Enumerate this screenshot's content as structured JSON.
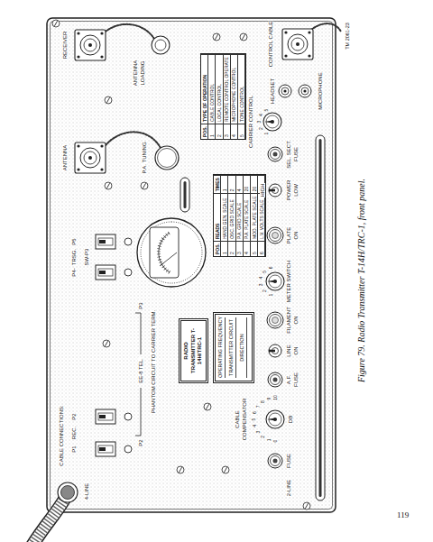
{
  "diagram": {
    "caption": "Figure 79. Radio Transmitter T-14H/TRC-1, front panel.",
    "nodes": [
      {
        "text": [
          "RADIO TRANSMITTER T-14H/TRC-1"
        ]
      },
      {
        "text": [
          "OPERATING FREQUENCY",
          "TRANSMITTER CIRCUIT",
          "DIRECTION"
        ]
      },
      {
        "text": [
          "POS.",
          "TYPE OF OPERATION",
          "1",
          "CABLE CONTROL",
          "2",
          "LOCAL CONTROL",
          "3",
          "REMOTE CONTROL OPERATE",
          "4",
          "MICROPHONE CONTROL",
          "5",
          "TONE CONTROL"
        ]
      },
      {
        "text": [
          "POS.",
          "READS",
          "TIMES",
          "1",
          "HAND GEN. SCALE",
          "1",
          "2",
          "OSC. GRID SCALE",
          "2",
          "3",
          "P.A. GRID SCALE",
          "4",
          "4",
          "P.A. PLATE SCALE",
          "20",
          "5",
          "MOD. PLATE SCALE",
          "20",
          "6",
          "L.V. VOLTS SCALE",
          "10"
        ]
      }
    ],
    "labels": [
      "RECEIVER",
      "ANTENNA",
      "LOADING",
      "ANTENNA",
      "P.A. TUNING",
      "CABLE CONNECTIONS:",
      "P1",
      "REC.",
      "P2",
      "P4-",
      "TRSG.",
      "P5",
      "SW-P3",
      "P2",
      "EE-8 TEL.",
      "P3",
      "PHANTOM CIRCUIT TO CARRIER TERM.",
      "CABLE",
      "COMPENSATOR",
      "0",
      "1",
      "2",
      "3",
      "4",
      "5",
      "6",
      "7",
      "8",
      "9",
      "10",
      "DB",
      "FUSE",
      "2-LINE",
      "4-LINE",
      "A.F.",
      "FUSE",
      "LINE",
      "ON",
      "FILAMENT",
      "ON",
      "METER SWITCH",
      "1",
      "2",
      "3",
      "4",
      "5",
      "6",
      "PLATE",
      "ON",
      "HIGH",
      "POWER",
      "LOW",
      "SEL. SECT.",
      "FUSE",
      "CARRIER CONTROL",
      "1",
      "2",
      "3",
      "4",
      "5",
      "HEADSET",
      "MICROPHONE",
      "CONTROL CABLE",
      "TM 2061-23",
      "119"
    ]
  }
}
